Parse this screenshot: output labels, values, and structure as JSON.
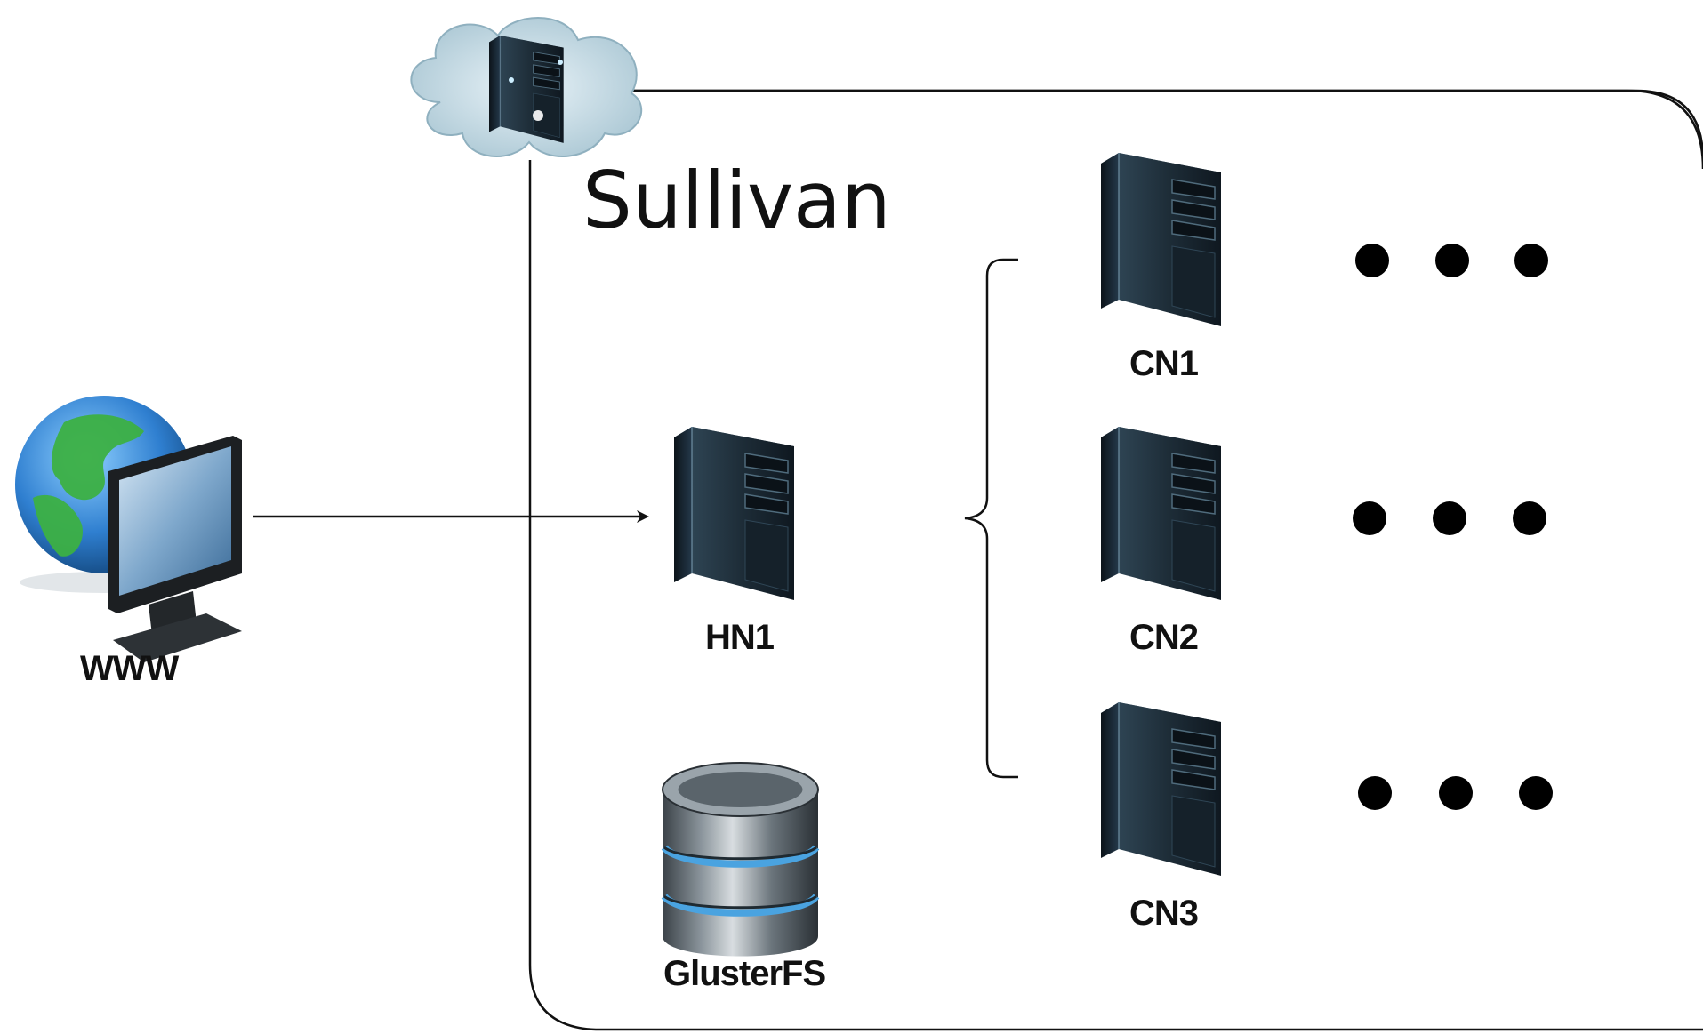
{
  "diagram": {
    "cluster_title": "Sullivan",
    "nodes": {
      "www": {
        "label": "WWW",
        "icon": "globe-monitor-icon"
      },
      "head": {
        "label": "HN1",
        "icon": "server-tower-icon"
      },
      "storage": {
        "label": "GlusterFS",
        "icon": "database-icon"
      },
      "compute": [
        {
          "label": "CN1",
          "icon": "server-tower-icon"
        },
        {
          "label": "CN2",
          "icon": "server-tower-icon"
        },
        {
          "label": "CN3",
          "icon": "server-tower-icon"
        }
      ]
    },
    "cloud_icon": "cloud-server-icon",
    "edges": [
      {
        "from": "WWW",
        "to": "HN1",
        "type": "arrow"
      },
      {
        "from": "HN1",
        "to": [
          "CN1",
          "CN2",
          "CN3"
        ],
        "type": "brace"
      }
    ],
    "colors": {
      "server_dark": "#1b2a35",
      "server_light": "#3d5566",
      "cluster_border": "#111111",
      "globe_ocean": "#2f7fd0",
      "globe_land": "#3cb043",
      "db_accent": "#4aa3e0"
    }
  }
}
